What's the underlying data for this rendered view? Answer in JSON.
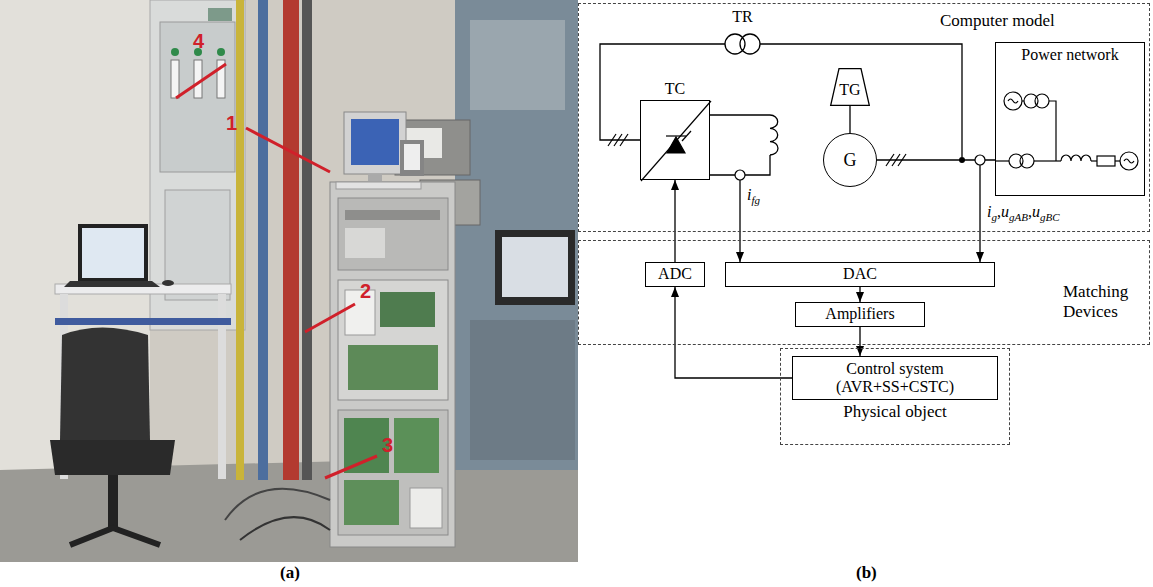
{
  "diagram": {
    "nodes": [
      {
        "text": [
          "Computer model"
        ]
      },
      {
        "text": [
          "TR"
        ],
        "in": 0
      },
      {
        "text": [
          "TC"
        ],
        "in": 0
      },
      {
        "text": [
          "TG"
        ],
        "in": 0
      },
      {
        "text": [
          "G"
        ],
        "in": 0
      },
      {
        "text": [
          "Power network"
        ],
        "in": 0
      },
      {
        "text": [
          "Matching Devices"
        ]
      },
      {
        "text": [
          "ADC"
        ],
        "in": 6
      },
      {
        "text": [
          "DAC"
        ],
        "in": 6
      },
      {
        "text": [
          "Amplifiers"
        ],
        "in": 6
      },
      {
        "text": [
          "Physical object"
        ]
      },
      {
        "text": [
          "Control system (AVR+SS+CSTC)"
        ],
        "in": 10
      }
    ],
    "edges": [
      {
        "from": 1,
        "to": 2,
        "arrow": "none"
      },
      {
        "from": 3,
        "to": 4,
        "arrow": "none"
      },
      {
        "from": 4,
        "to": 5,
        "arrow": "none"
      },
      {
        "from": 7,
        "to": 2,
        "arrow": "to"
      },
      {
        "from": 8,
        "to": 9,
        "arrow": "to"
      },
      {
        "from": 9,
        "to": 11,
        "arrow": "to"
      },
      {
        "from": 11,
        "to": 7,
        "arrow": "to"
      }
    ],
    "labels": [
      "1",
      "2",
      "3",
      "4",
      "(a)",
      "(b)",
      "i",
      "fg",
      "i",
      "g",
      ",",
      "u",
      "gAB",
      ",",
      "u",
      "gBC"
    ]
  }
}
